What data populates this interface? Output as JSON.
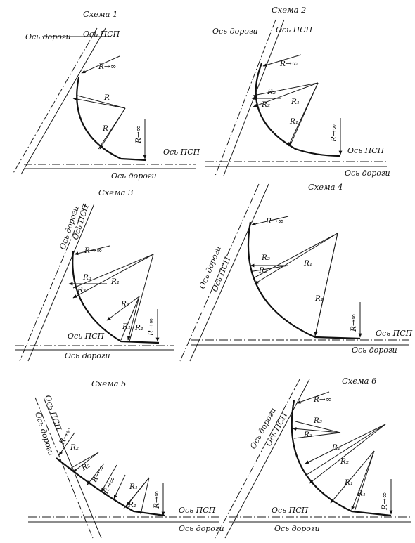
{
  "labels": {
    "road_axis": "Ось дороги",
    "psp_axis": "Ось ПСП",
    "r_inf": "R→∞",
    "r": "R",
    "r1": "R₁",
    "r2": "R₂",
    "r3": "R₃"
  },
  "schemes": [
    {
      "id": 1,
      "title": "Схема 1"
    },
    {
      "id": 2,
      "title": "Схема 2"
    },
    {
      "id": 3,
      "title": "Схема 3"
    },
    {
      "id": 4,
      "title": "Схема 4"
    },
    {
      "id": 5,
      "title": "Схема 5"
    },
    {
      "id": 6,
      "title": "Схема 6"
    }
  ]
}
